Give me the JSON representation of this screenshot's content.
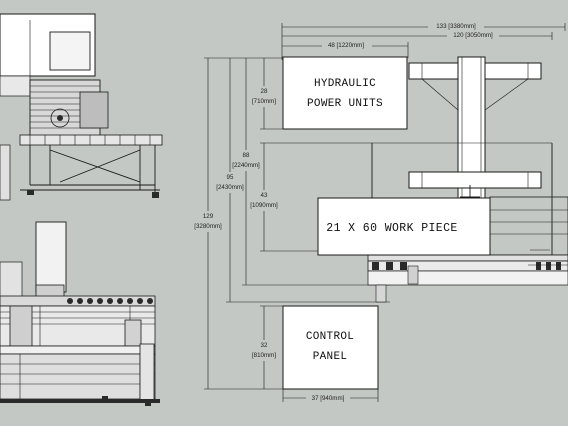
{
  "boxes": {
    "hydraulic_line1": "HYDRAULIC",
    "hydraulic_line2": "POWER UNITS",
    "control_line1": "CONTROL",
    "control_line2": "PANEL",
    "work_piece": "21 X 60 WORK PIECE"
  },
  "dimensions": {
    "d133": "133 [3380mm]",
    "d120": "120 [3050mm]",
    "d48": "48 [1220mm]",
    "d28": "28",
    "d28mm": "[710mm]",
    "d88": "88",
    "d88mm": "[2240mm]",
    "d43": "43",
    "d43mm": "[1090mm]",
    "d95": "95",
    "d95mm": "[2430mm]",
    "d129": "129",
    "d129mm": "[3280mm]",
    "d32": "32",
    "d32mm": "[810mm]",
    "d37": "37 [940mm]"
  }
}
